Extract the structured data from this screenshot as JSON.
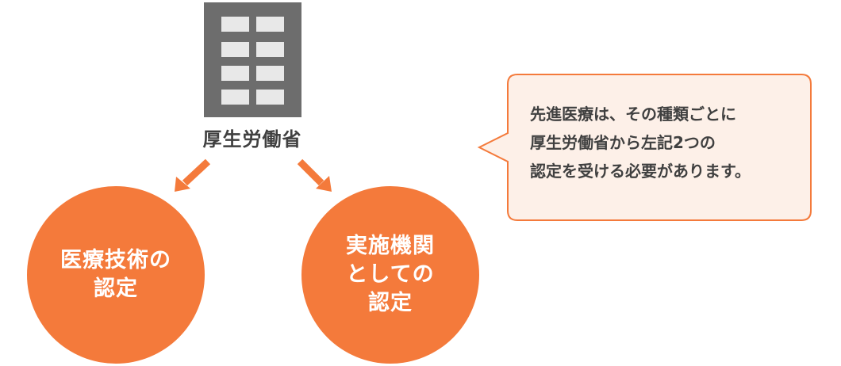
{
  "ministry": {
    "label": "厚生労働省"
  },
  "certifications": {
    "left": {
      "lines": [
        "医療技術の",
        "認定"
      ]
    },
    "right": {
      "lines": [
        "実施機関",
        "としての",
        "認定"
      ]
    }
  },
  "callout": {
    "lines": [
      "先進医療は、その種類ごとに",
      "厚生労働省から左記2つの",
      "認定を受ける必要があります。"
    ]
  },
  "colors": {
    "accent": "#f47a3b",
    "callout_bg": "#fdf0e8",
    "building": "#6d6d6d",
    "text": "#404040"
  }
}
